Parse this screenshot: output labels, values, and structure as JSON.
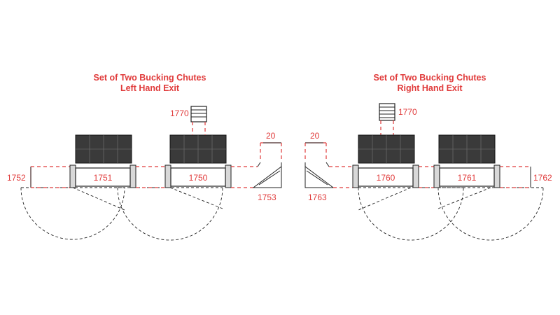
{
  "groups": {
    "left": {
      "title_line1": "Set of Two Bucking Chutes",
      "title_line2": "Left Hand Exit"
    },
    "right": {
      "title_line1": "Set of Two Bucking Chutes",
      "title_line2": "Right Hand Exit"
    }
  },
  "labels": {
    "l1770": "1770",
    "r1770": "1770",
    "l20": "20",
    "r20": "20",
    "c1751": "1751",
    "c1750": "1750",
    "c1760": "1760",
    "c1761": "1761",
    "d1752": "1752",
    "d1762": "1762",
    "g1753": "1753",
    "g1763": "1763"
  },
  "colors": {
    "accent": "#e03a3a",
    "panel": "#3a3a3a",
    "line": "#222222"
  }
}
